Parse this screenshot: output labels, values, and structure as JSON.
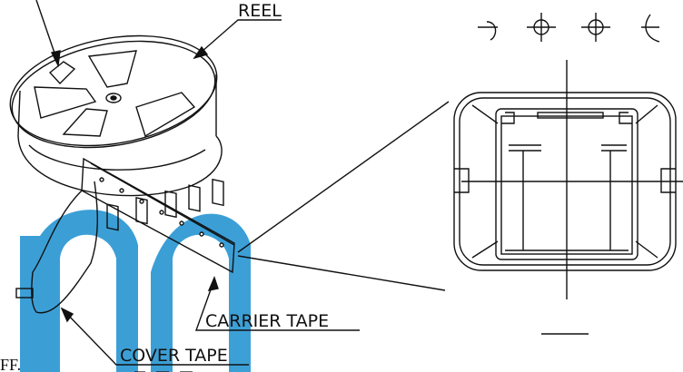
{
  "labels": {
    "reel": "REEL",
    "carrier_tape": "CARRIER TAPE",
    "cover_tape": "COVER TAPE",
    "corner_text": "FF."
  },
  "colors": {
    "line": "#111111",
    "watermark": "#1a8fd0"
  }
}
